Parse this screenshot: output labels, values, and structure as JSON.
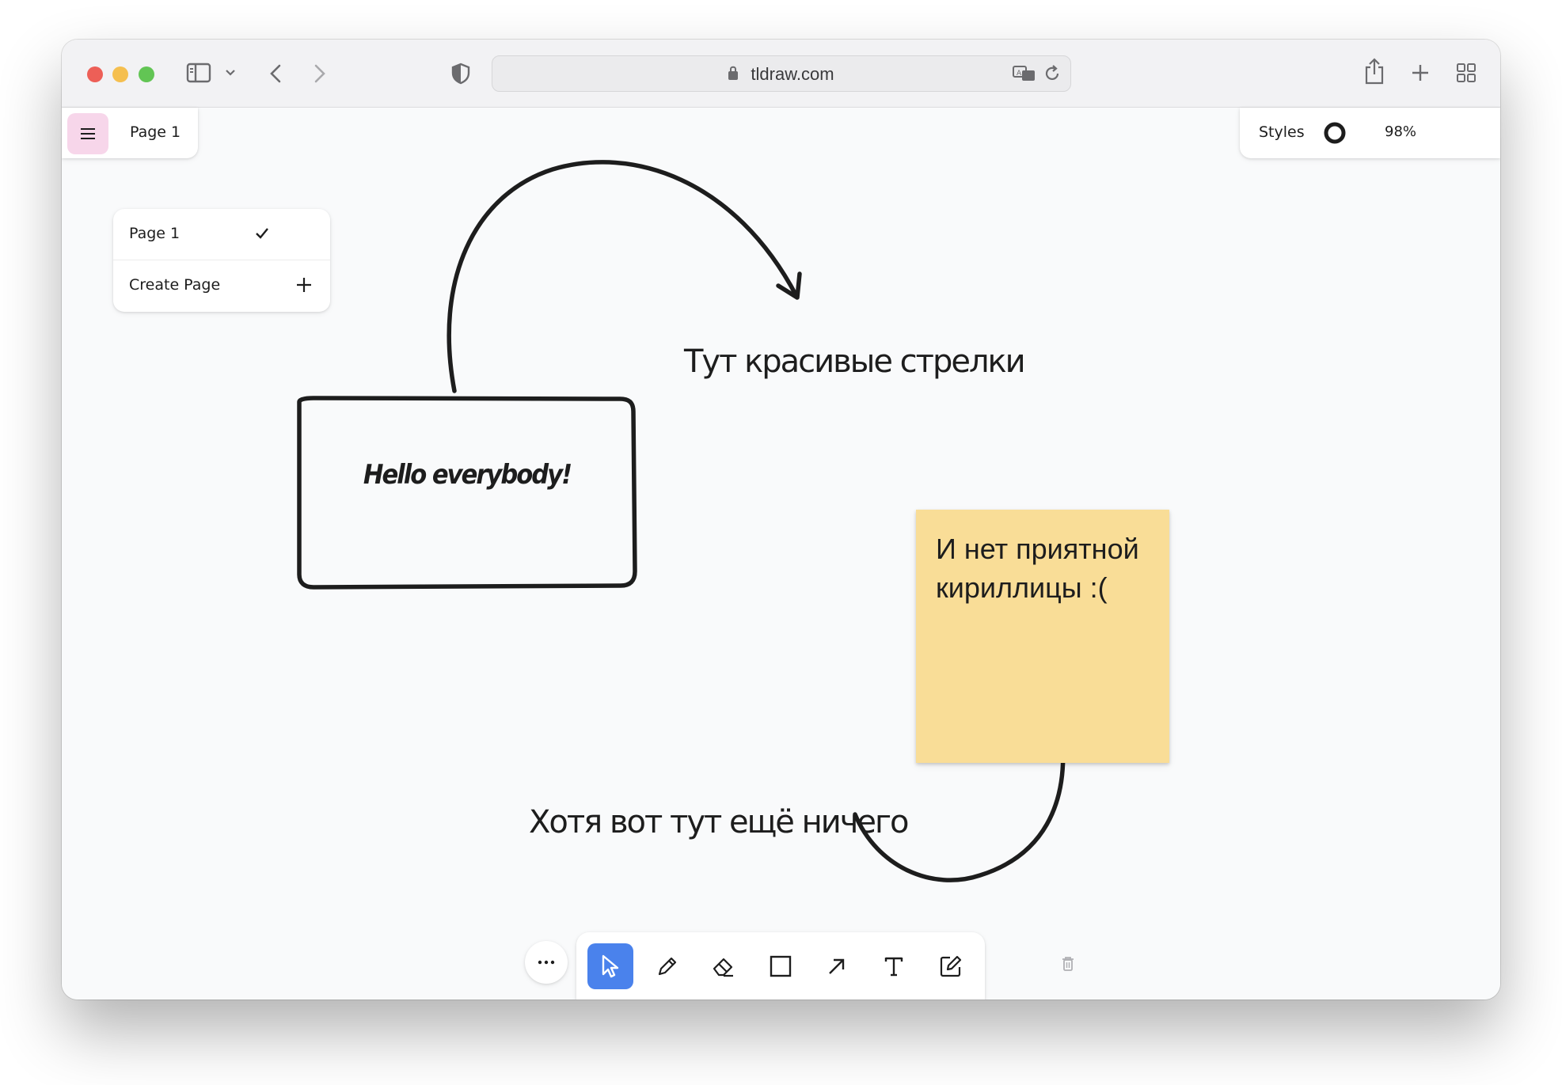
{
  "browser": {
    "url": "tldraw.com",
    "traffic_colors": {
      "close": "#ed5f57",
      "minimize": "#f5bf4f",
      "maximize": "#62c554"
    }
  },
  "app": {
    "page_button_label": "Page 1",
    "styles_label": "Styles",
    "zoom": "98%",
    "menu_accent": "#f7d6ea"
  },
  "page_menu": {
    "items": [
      {
        "label": "Page 1",
        "icon": "check-icon"
      },
      {
        "label": "Create Page",
        "icon": "plus-icon"
      }
    ]
  },
  "canvas": {
    "box_text": "Hello everybody!",
    "arrow_caption_top": "Тут красивые стрелки",
    "arrow_caption_bottom": "Хотя вот тут ещё ничего",
    "sticky_text": "И нет приятной кириллицы :(",
    "sticky_color": "#f9dd97"
  },
  "toolbar": {
    "more_icon": "more-icon",
    "tools": [
      {
        "name": "select",
        "icon": "cursor-icon",
        "active": true
      },
      {
        "name": "draw",
        "icon": "pencil-icon",
        "active": false
      },
      {
        "name": "eraser",
        "icon": "eraser-icon",
        "active": false
      },
      {
        "name": "rectangle",
        "icon": "rectangle-icon",
        "active": false
      },
      {
        "name": "arrow",
        "icon": "arrow-icon",
        "active": false
      },
      {
        "name": "text",
        "icon": "text-icon",
        "active": false
      },
      {
        "name": "sticky",
        "icon": "note-icon",
        "active": false
      }
    ],
    "active_color": "#4a82ec",
    "trash_icon": "trash-icon"
  }
}
